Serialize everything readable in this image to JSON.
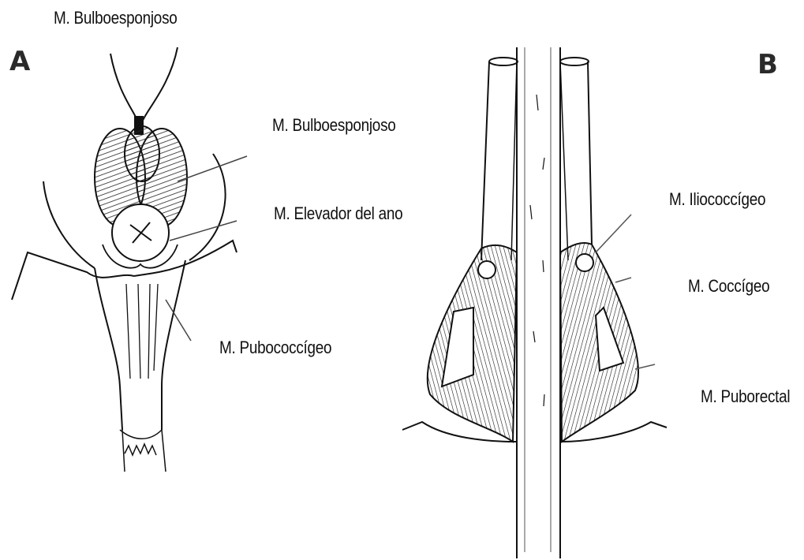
{
  "panels": {
    "a": {
      "letter": "A",
      "labels": {
        "bulbo_top": "M. Bulboesponjoso",
        "bulbo": "M. Bulboesponjoso",
        "elevador": "M. Elevador del ano",
        "pubococcigeo": "M. Pubococcígeo"
      }
    },
    "b": {
      "letter": "B",
      "labels": {
        "iliococcigeo": "M. Iliococcígeo",
        "coccigeo": "M. Coccígeo",
        "puborectal": "M. Puborectal"
      }
    }
  }
}
